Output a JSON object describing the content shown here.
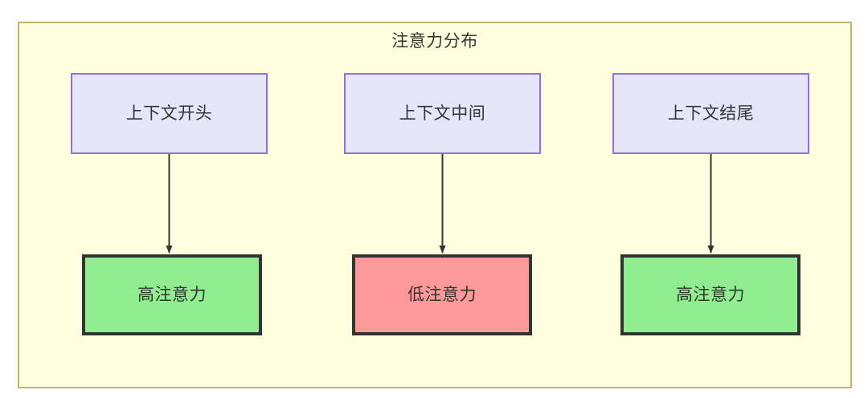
{
  "diagram": {
    "type": "flowchart",
    "title": "注意力分布",
    "background_color": "#ffffff",
    "frame": {
      "fill_color": "#ffffe0",
      "border_color": "#bdb76b"
    },
    "palette": {
      "context_fill": "#e6e6fa",
      "context_border": "#9370db",
      "high_attention_fill": "#90ee90",
      "low_attention_fill": "#ff9999",
      "attention_border": "#333333",
      "edge_color": "#333333",
      "text_color": "#333333"
    },
    "columns": [
      {
        "id": "col-start",
        "context": {
          "label": "上下文开头"
        },
        "attention": {
          "label": "高注意力",
          "level": "high"
        }
      },
      {
        "id": "col-middle",
        "context": {
          "label": "上下文中间"
        },
        "attention": {
          "label": "低注意力",
          "level": "low"
        }
      },
      {
        "id": "col-end",
        "context": {
          "label": "上下文结尾"
        },
        "attention": {
          "label": "高注意力",
          "level": "high"
        }
      }
    ],
    "edges": [
      {
        "from": "上下文开头",
        "to": "高注意力",
        "style": "arrow"
      },
      {
        "from": "上下文中间",
        "to": "低注意力",
        "style": "arrow"
      },
      {
        "from": "上下文结尾",
        "to": "高注意力",
        "style": "arrow"
      }
    ]
  }
}
